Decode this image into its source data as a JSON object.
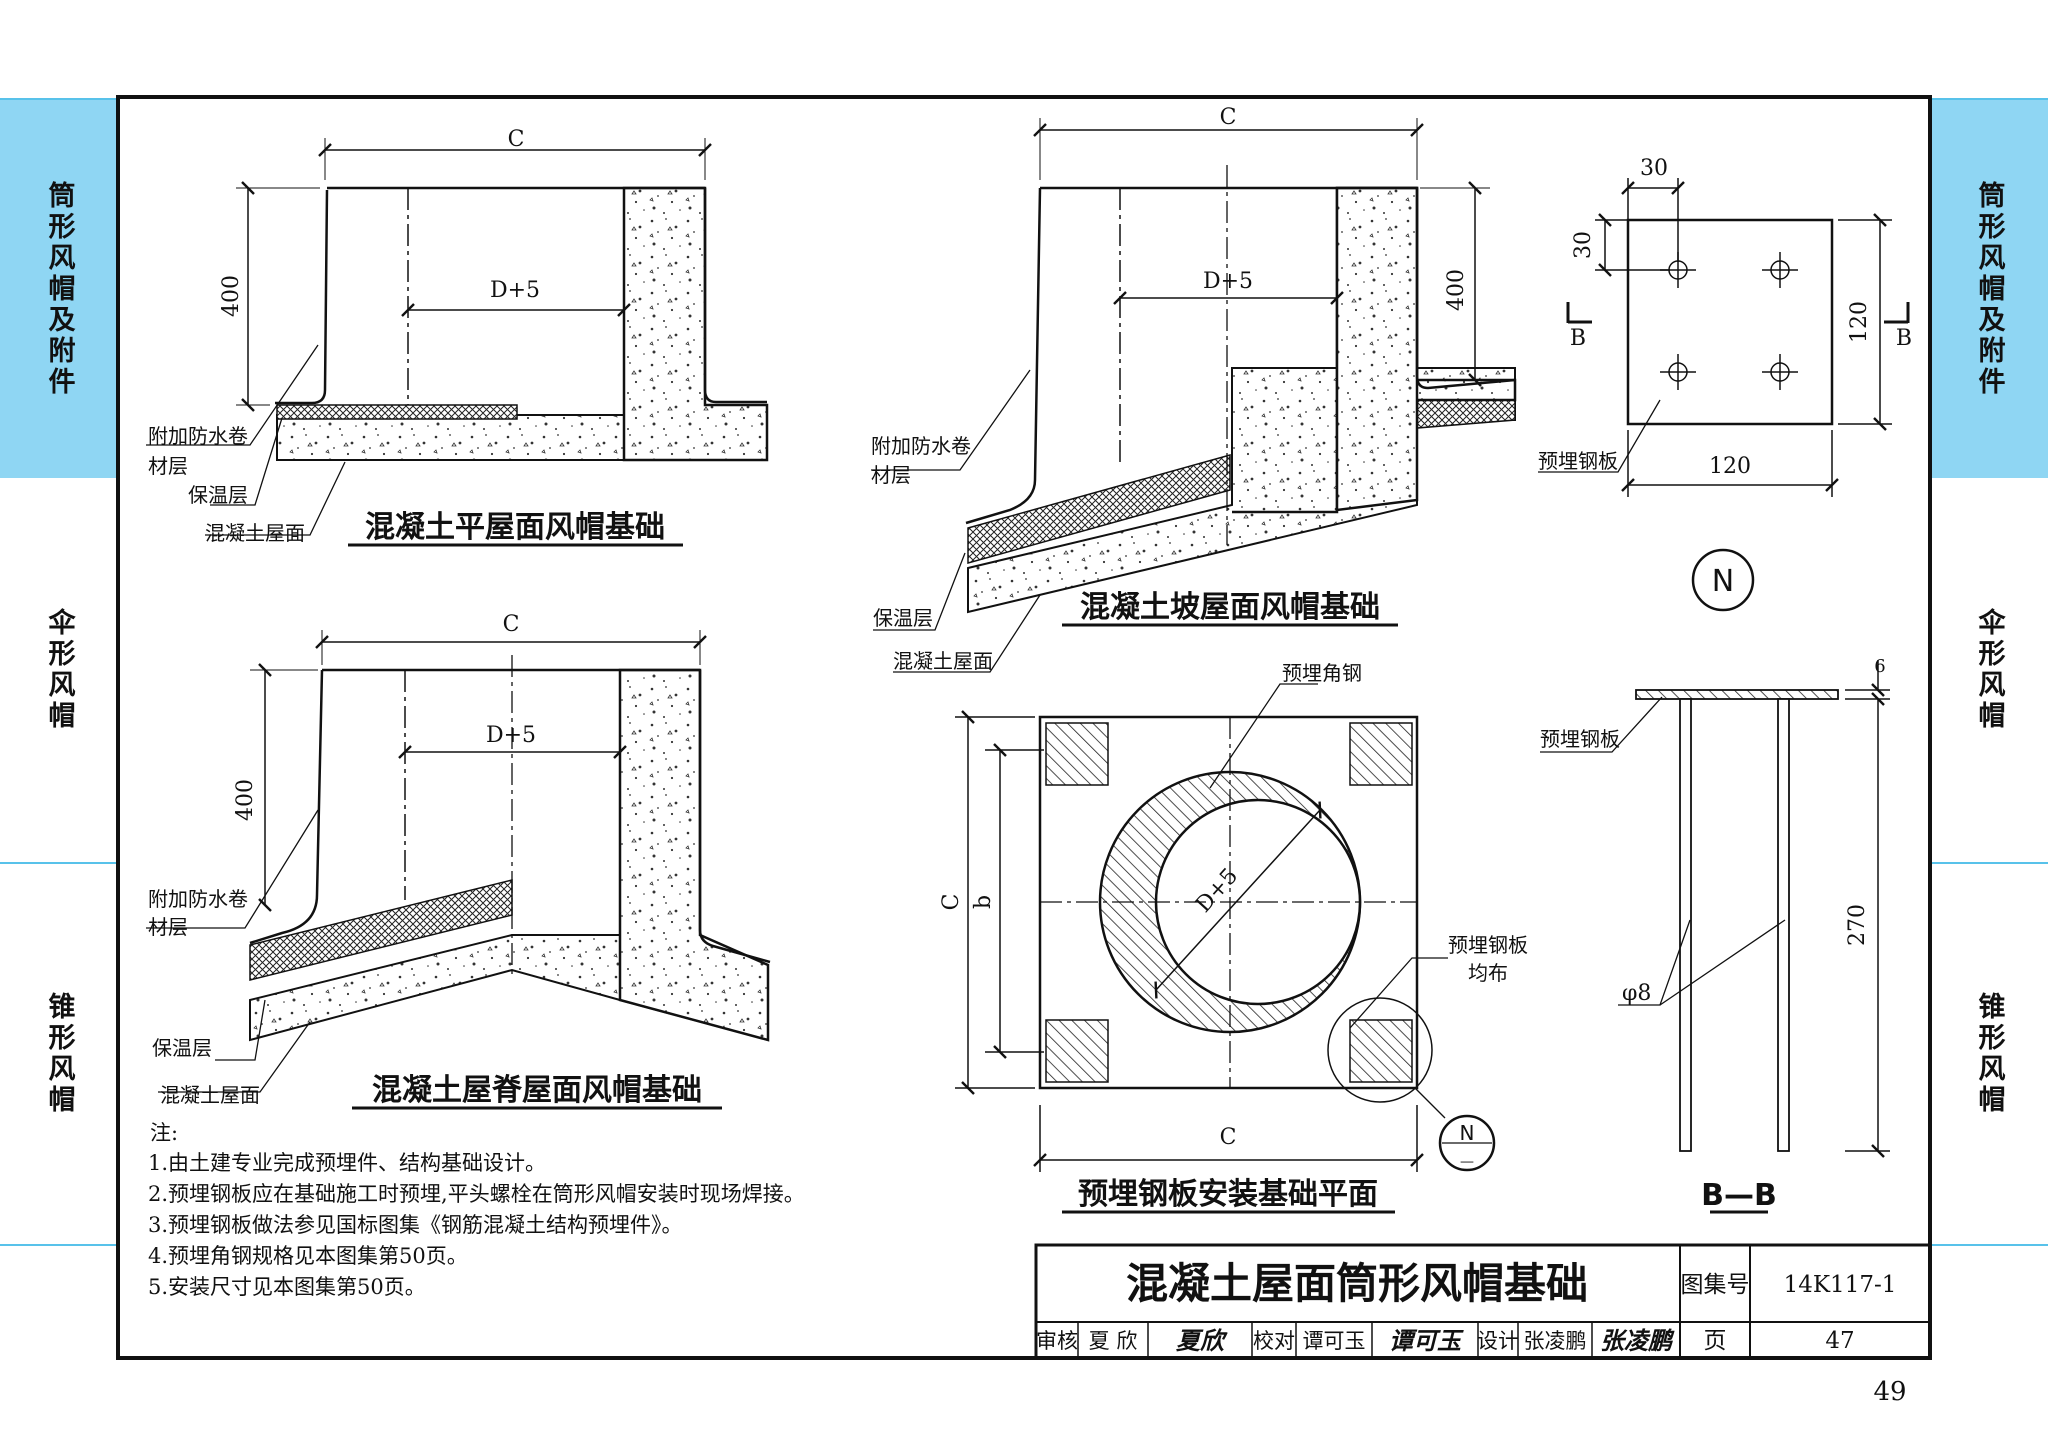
{
  "side_tabs_left": [
    {
      "label": "筒形风帽及附件",
      "active": true
    },
    {
      "label": "伞形风帽",
      "active": false
    },
    {
      "label": "锥形风帽",
      "active": false
    }
  ],
  "side_tabs_right": [
    {
      "label": "筒形风帽及附件",
      "active": true
    },
    {
      "label": "伞形风帽",
      "active": false
    },
    {
      "label": "锥形风帽",
      "active": false
    }
  ],
  "colors": {
    "accent_tab": "#8fd6f3",
    "accent_rule": "#58c2ea",
    "line": "#111111"
  },
  "detail_flat": {
    "title": "混凝土平屋面风帽基础",
    "dim_c": "C",
    "dim_d5": "D+5",
    "dim_400": "400",
    "label_membrane_1": "附加防水卷",
    "label_membrane_2": "材层",
    "label_insulation": "保温层",
    "label_roof": "混凝土屋面"
  },
  "detail_slope": {
    "title": "混凝土坡屋面风帽基础",
    "dim_c": "C",
    "dim_d5": "D+5",
    "dim_400": "400",
    "label_membrane_1": "附加防水卷",
    "label_membrane_2": "材层",
    "label_insulation": "保温层",
    "label_roof": "混凝土屋面"
  },
  "detail_ridge": {
    "title": "混凝土屋脊屋面风帽基础",
    "dim_c": "C",
    "dim_d5": "D+5",
    "dim_400": "400",
    "label_membrane_1": "附加防水卷",
    "label_membrane_2": "材层",
    "label_insulation": "保温层",
    "label_roof": "混凝土屋面"
  },
  "plate_detail": {
    "dim_30_top": "30",
    "dim_30_left": "30",
    "dim_120_bottom": "120",
    "dim_120_right": "120",
    "section_mark": "B",
    "label_plate": "预埋钢板",
    "mark_n": "N"
  },
  "plan_view": {
    "title": "预埋钢板安装基础平面",
    "label_angle": "预埋角钢",
    "label_plate_1": "预埋钢板",
    "label_plate_2": "均布",
    "dim_c_left": "C",
    "dim_b": "b",
    "dim_c_bottom": "C",
    "dim_d5": "D+5",
    "mark_n": "N",
    "mark_sub": "—"
  },
  "section_bb": {
    "title": "B—B",
    "label_plate": "预埋钢板",
    "dim_6": "6",
    "dim_270": "270",
    "label_bar": "φ8"
  },
  "notes": {
    "heading": "注:",
    "items": [
      "1.由土建专业完成预埋件、结构基础设计。",
      "2.预埋钢板应在基础施工时预埋,平头螺栓在筒形风帽安装时现场焊接。",
      "3.预埋钢板做法参见国标图集《钢筋混凝土结构预埋件》。",
      "4.预埋角钢规格见本图集第50页。",
      "5.安装尺寸见本图集第50页。"
    ]
  },
  "title_block": {
    "title": "混凝土屋面筒形风帽基础",
    "atlas_label": "图集号",
    "atlas_no": "14K117-1",
    "page_label": "页",
    "page_no": "47",
    "review_label": "审核",
    "reviewer": "夏 欣",
    "review_sig": "夏欣",
    "check_label": "校对",
    "checker": "谭可玉",
    "check_sig": "谭可玉",
    "design_label": "设计",
    "designer": "张凌鹏",
    "design_sig": "张凌鹏"
  },
  "page_number": "49"
}
